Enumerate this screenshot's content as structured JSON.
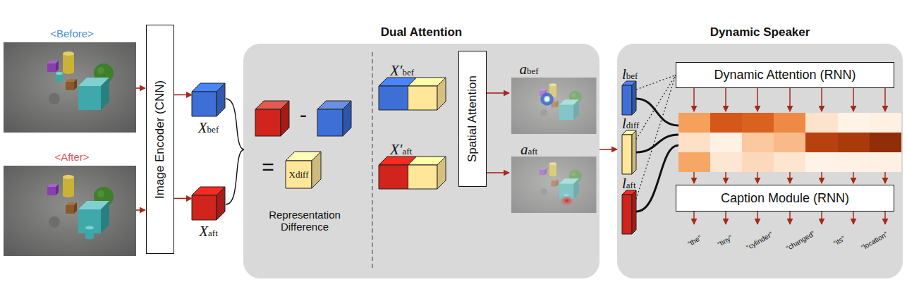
{
  "diagram": {
    "nodes": [
      {
        "text": [
          "Image Encoder (CNN)"
        ]
      },
      {
        "text": [
          "Xbef"
        ]
      },
      {
        "text": [
          "Xaft"
        ]
      },
      {
        "text": [
          "Dual Attention"
        ]
      },
      {
        "text": [
          "Xdiff"
        ],
        "in": 3
      },
      {
        "text": [
          "X′bef"
        ],
        "in": 3
      },
      {
        "text": [
          "X′aft"
        ],
        "in": 3
      },
      {
        "text": [
          "Spatial Attention"
        ],
        "in": 3
      },
      {
        "text": [
          "Dynamic Speaker"
        ]
      },
      {
        "text": [
          "lbef"
        ],
        "in": 8
      },
      {
        "text": [
          "ldiff"
        ],
        "in": 8
      },
      {
        "text": [
          "laft"
        ],
        "in": 8
      },
      {
        "text": [
          "Dynamic Attention (RNN)"
        ],
        "in": 8
      },
      {
        "text": [
          "Caption Module (RNN)"
        ],
        "in": 8
      }
    ],
    "edges": [
      {
        "from": 0,
        "to": 1,
        "arrow": "to"
      },
      {
        "from": 0,
        "to": 2,
        "arrow": "to"
      },
      {
        "from": 3,
        "to": 8,
        "arrow": "to"
      },
      {
        "from": 9,
        "to": 12,
        "arrow": "none"
      },
      {
        "from": 10,
        "to": 12,
        "arrow": "none"
      },
      {
        "from": 11,
        "to": 12,
        "arrow": "none"
      }
    ],
    "labels": [
      "<Before>",
      "<After>",
      "-",
      "=",
      "Representation Difference",
      "abef",
      "aaft",
      "“the”",
      "“tiny”",
      "“cylinder”",
      "“changed”",
      "“its”",
      "“location”"
    ]
  }
}
